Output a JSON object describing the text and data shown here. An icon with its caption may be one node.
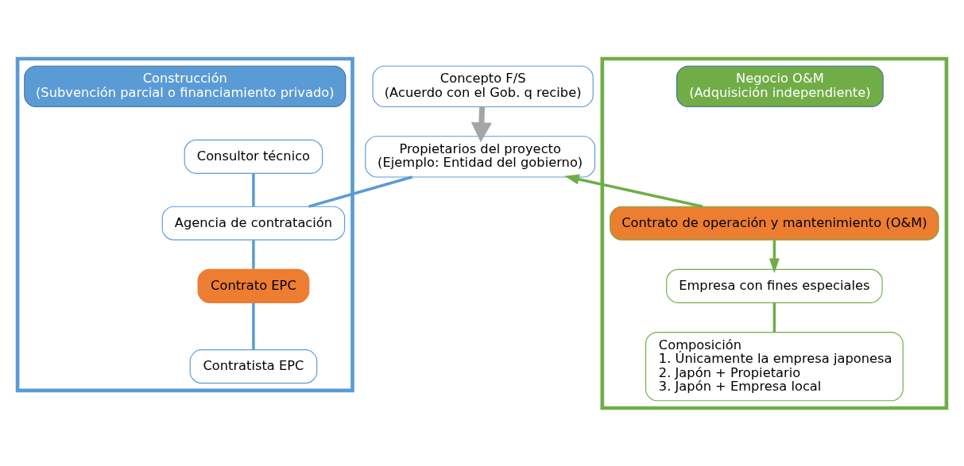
{
  "diagram": {
    "nodes": [
      {
        "text": [
          "Concepto F/S",
          "(Acuerdo con el Gob. q recibe)"
        ]
      },
      {
        "text": [],
        "shape": "box"
      },
      {
        "text": [
          "Construcción",
          "(Subvención parcial o financiamiento privado)"
        ],
        "in": 1
      },
      {
        "text": [
          "Propietarios del proyecto",
          "(Ejemplo: Entidad del gobierno)"
        ]
      },
      {
        "text": [
          "Consultor técnico"
        ],
        "in": 1
      },
      {
        "text": [
          "Agencia de contratación"
        ],
        "in": 1
      },
      {
        "text": [
          "Contrato EPC"
        ],
        "in": 1
      },
      {
        "text": [
          "Contratista EPC"
        ],
        "in": 1
      },
      {
        "text": [],
        "shape": "box"
      },
      {
        "text": [
          "Negocio O&M",
          "(Adquisición independiente)"
        ],
        "in": 8
      },
      {
        "text": [
          "Contrato de operación y mantenimiento (O&M)"
        ],
        "in": 8
      },
      {
        "text": [
          "Empresa con fines especiales"
        ],
        "in": 8
      },
      {
        "text": [
          "Composición",
          "1. Únicamente la empresa japonesa",
          "2. Japón + Propietario",
          "3. Japón + Empresa local"
        ],
        "in": 8
      }
    ],
    "edges": [
      {
        "from": 0,
        "to": 3,
        "arrow": "to",
        "style": "thick",
        "color": "#a5a5a5"
      },
      {
        "from": 3,
        "to": 5,
        "arrow": "none",
        "color": "#5b9bd5"
      },
      {
        "from": 4,
        "to": 5,
        "arrow": "none",
        "color": "#5b9bd5"
      },
      {
        "from": 5,
        "to": 6,
        "arrow": "none",
        "color": "#5b9bd5"
      },
      {
        "from": 6,
        "to": 7,
        "arrow": "none",
        "color": "#5b9bd5"
      },
      {
        "from": 10,
        "to": 3,
        "arrow": "to",
        "color": "#70ad47"
      },
      {
        "from": 10,
        "to": 11,
        "arrow": "to",
        "color": "#70ad47"
      },
      {
        "from": 11,
        "to": 12,
        "arrow": "none",
        "color": "#70ad47"
      }
    ]
  }
}
